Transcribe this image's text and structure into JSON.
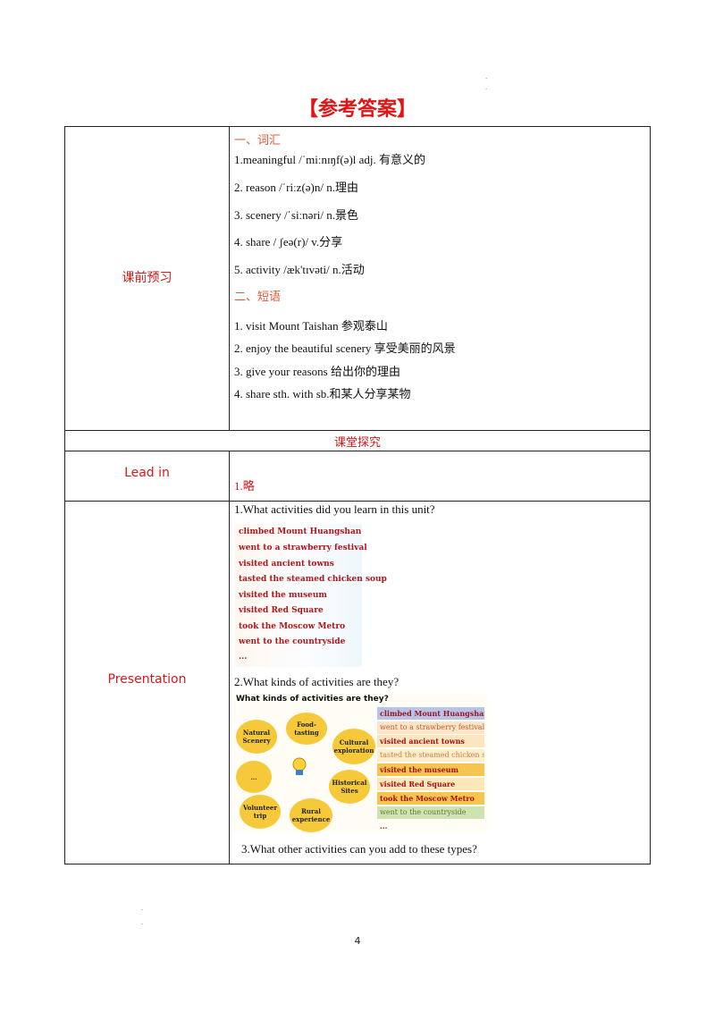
{
  "title": "【参考答案】",
  "preview": {
    "label": "课前预习",
    "vocab_heading": "一、词汇",
    "vocab": [
      "1.meaningful  /ˈmiːnɪŋf(ə)l  adj.  有意义的",
      "2.  reason         /ˈriːz(ə)n/  n.理由",
      "3.  scenery     /ˈsiːnəri/  n.景色",
      "4.  share          /  ʃeə(r)/  v.分享",
      "5.  activity  /æk'tɪvəti/  n.活动"
    ],
    "phrase_heading": "二、短语",
    "phrases": [
      "1.  visit    Mount  Taishan 参观泰山",
      "2.  enjoy  the  beautiful  scenery  享受美丽的风景",
      "3.  give  your  reasons  给出你的理由",
      "4.  share  sth.  with  sb.和某人分享某物"
    ]
  },
  "explore_label": "课堂探究",
  "lead_in": {
    "label": "Lead  in",
    "answer": "1.略"
  },
  "presentation": {
    "label": "Presentation",
    "q1": "1.What activities did you learn in this unit?",
    "activities": [
      "climbed Mount Huangshan",
      "went to a strawberry festival",
      "visited ancient towns",
      "tasted the steamed chicken soup",
      "visited the museum",
      "visited Red Square",
      "took the Moscow Metro",
      "went to the countryside",
      "..."
    ],
    "q2": "2.What kinds of activities are they?",
    "kinds_heading": "What kinds of activities are they?",
    "kinds": [
      "Natural\nScenery",
      "Food-\ntasting",
      "Cultural\nexploration",
      "...",
      "Historical\nSites",
      "Volunteer\ntrip",
      "Rural\nexperience"
    ],
    "bars": [
      "climbed Mount Huangshan",
      "went to a strawberry festival",
      "visited ancient towns",
      "tasted the steamed chicken soup",
      "visited the museum",
      "visited Red Square",
      "took the Moscow Metro",
      "went to the countryside",
      "..."
    ],
    "q3": "3.What other activities can you add to these types?"
  },
  "page_number": "4",
  "colors": {
    "title_red": "#e11515",
    "heading_orange": "#e05a3a",
    "activity_red": "#b0161b",
    "bubble_yellow": "#f6c93a"
  }
}
